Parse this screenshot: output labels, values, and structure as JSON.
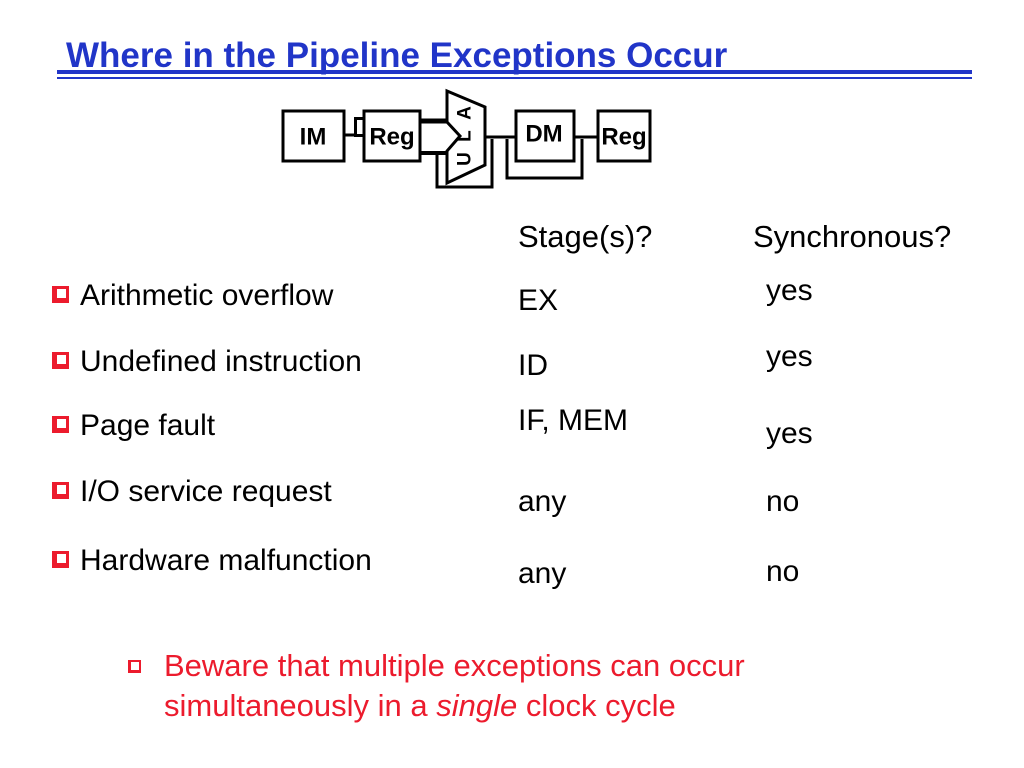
{
  "slide": {
    "title": "Where in the Pipeline Exceptions Occur",
    "colors": {
      "title_blue": "#2135C8",
      "accent_red": "#EC1B2D",
      "body_black": "#000000"
    }
  },
  "diagram": {
    "description": "5-stage pipeline datapath",
    "labels": {
      "im": "IM",
      "reg1": "Reg",
      "alu_letter_a": "A",
      "alu_letter_l": "L",
      "alu_letter_u": "U",
      "dm": "DM",
      "reg2": "Reg"
    }
  },
  "table": {
    "headers": {
      "stage": "Stage(s)?",
      "synchronous": "Synchronous?"
    },
    "rows": [
      {
        "label": "Arithmetic overflow",
        "stage": "EX",
        "synchronous": "yes"
      },
      {
        "label": "Undefined instruction",
        "stage": "ID",
        "synchronous": "yes"
      },
      {
        "label": "Page fault",
        "stage": "IF, MEM",
        "synchronous": "yes"
      },
      {
        "label": "I/O service request",
        "stage": "any",
        "synchronous": "no"
      },
      {
        "label": "Hardware malfunction",
        "stage": "any",
        "synchronous": "no"
      }
    ]
  },
  "note": {
    "line1": "Beware that multiple exceptions can occur",
    "line2_before_italic": "simultaneously in a",
    "line2_italic": "single",
    "line2_after_italic": "clock cycle"
  }
}
